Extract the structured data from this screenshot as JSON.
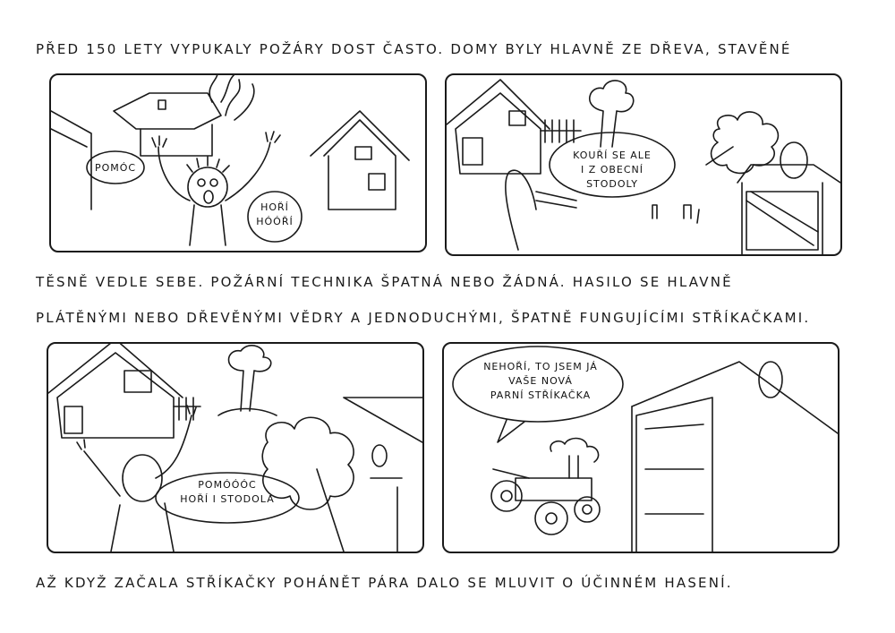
{
  "captions": {
    "line1": "Před 150 lety vypukaly požáry dost často. Domy byly hlavně ze dřeva, stavěné",
    "line2": "těsně vedle sebe. Požární technika špatná nebo žádná. Hasilo se hlavně",
    "line3": "plátěnými nebo dřevěnými vědry a jednoduchými, špatně fungujícími stříkačkami.",
    "line4": "Až když začala stříkačky pohánět pára dalo se mluvit o účinném hasení."
  },
  "panel1": {
    "bubble_help": "Pomóc",
    "bubble_fire": [
      "Hoří",
      "hóóří"
    ]
  },
  "panel2": {
    "bubble_smoke": [
      "Kouří se ale",
      "i z obecní",
      "stodoly"
    ]
  },
  "panel3": {
    "bubble_help": [
      "Pomóóóc",
      "hoří i stodola"
    ]
  },
  "panel4": {
    "bubble_engine": [
      "Nehoří, to jsem já",
      "vaše nová",
      "parní stříkačka"
    ]
  }
}
